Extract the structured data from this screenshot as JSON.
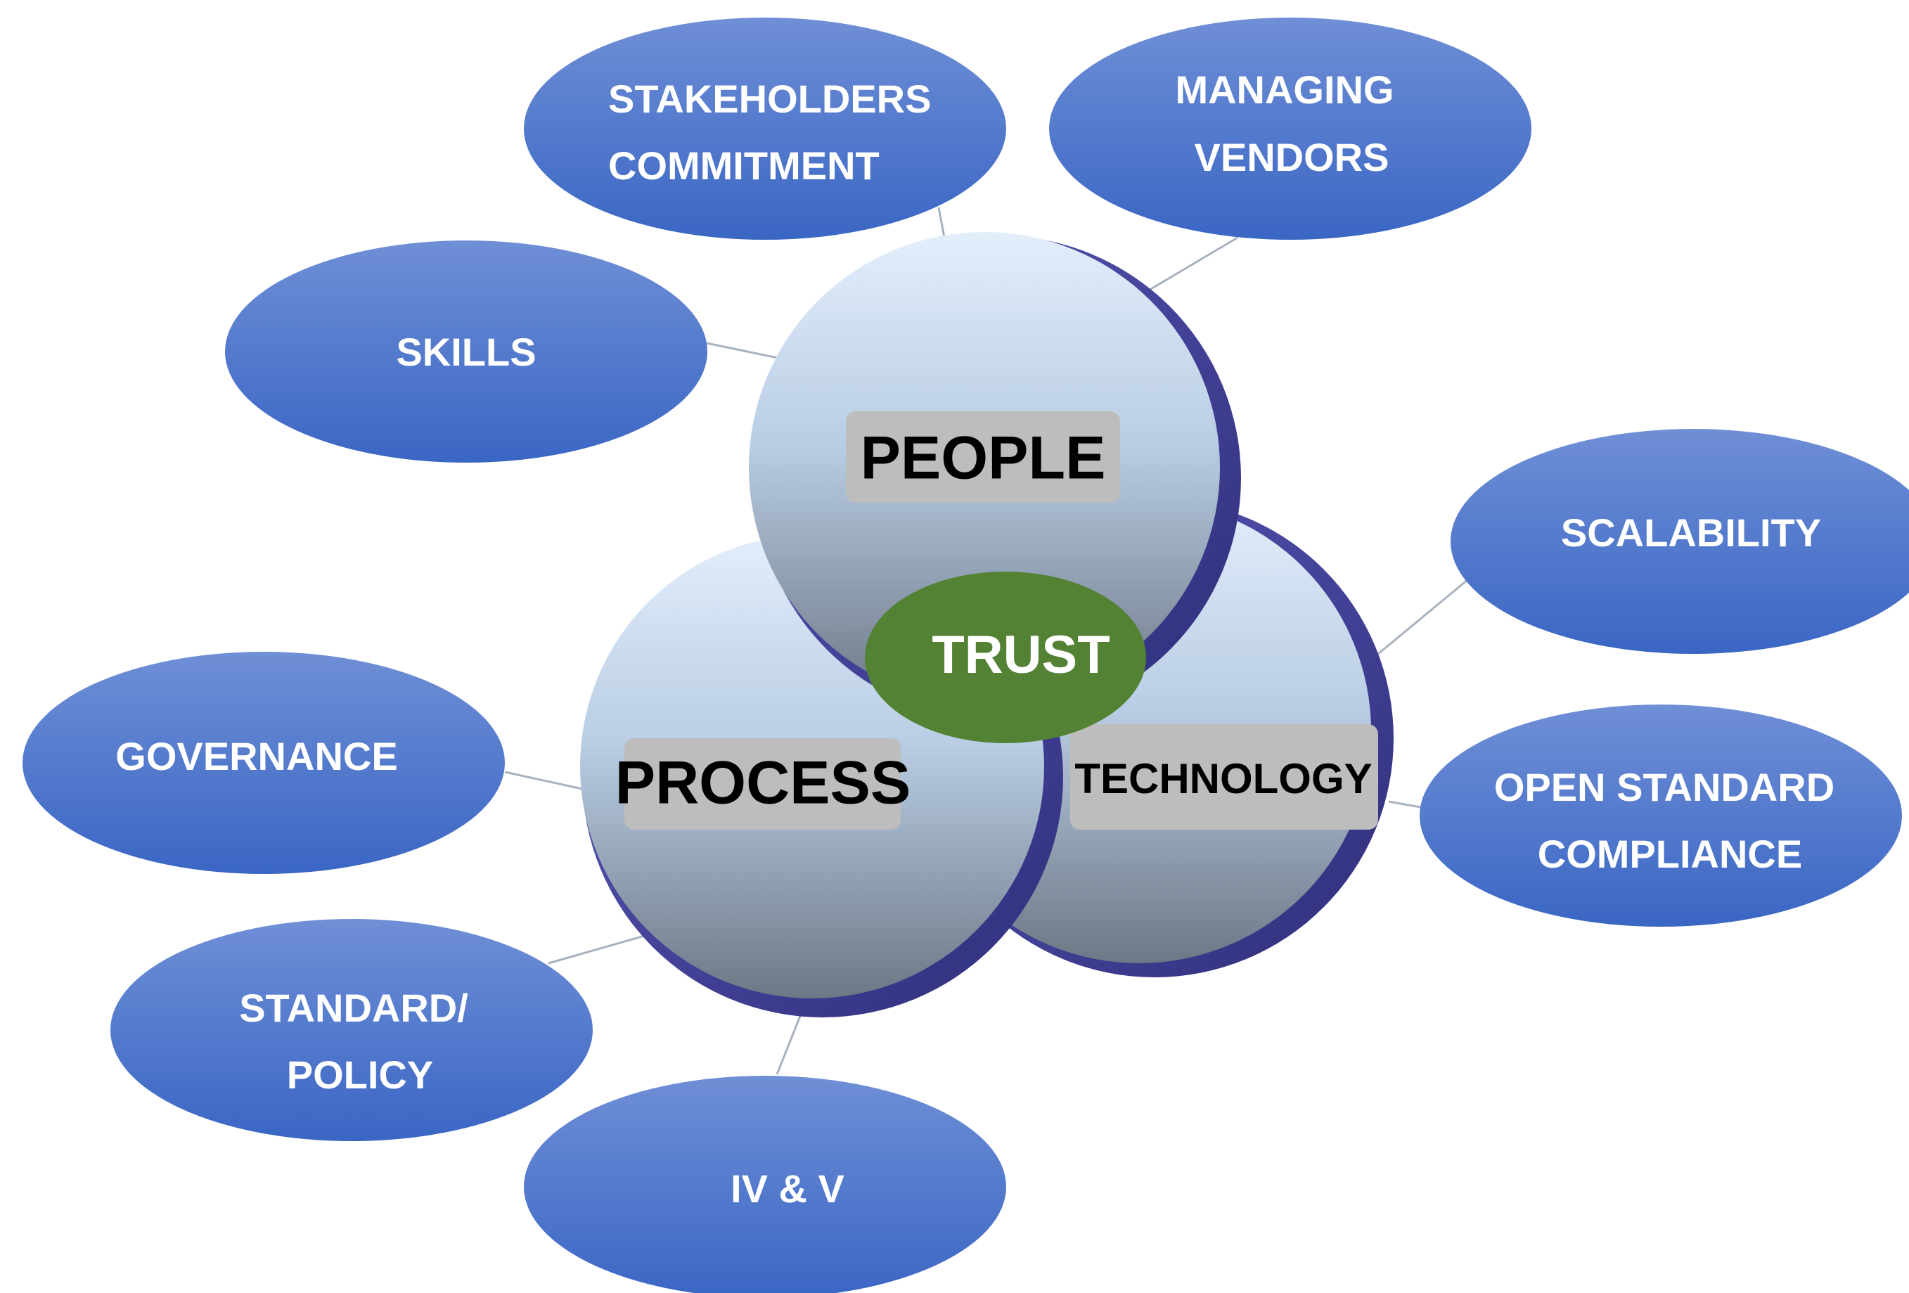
{
  "colors": {
    "oval_light": "#6f8fd6",
    "oval_dark": "#3a66c4",
    "sphere_light": "#e3eefb",
    "sphere_mid": "#a9bfd9",
    "sphere_dark": "#6d7886",
    "sphere_shadow": "#4b4aa3",
    "label_box": "#bdbdbd",
    "trust": "#548235",
    "connector": "#a8b2bf"
  },
  "core": {
    "people": "PEOPLE",
    "process": "PROCESS",
    "technology": "TECHNOLOGY",
    "trust": "TRUST"
  },
  "factors": {
    "stakeholders": [
      "STAKEHOLDERS",
      "COMMITMENT"
    ],
    "managing_vendors": [
      "MANAGING",
      "VENDORS"
    ],
    "skills": [
      "SKILLS"
    ],
    "scalability": [
      "SCALABILITY"
    ],
    "governance": [
      "GOVERNANCE"
    ],
    "open_standard": [
      "OPEN STANDARD",
      "COMPLIANCE"
    ],
    "standard_policy": [
      "STANDARD/",
      "POLICY"
    ],
    "ivv": [
      "IV & V"
    ]
  }
}
